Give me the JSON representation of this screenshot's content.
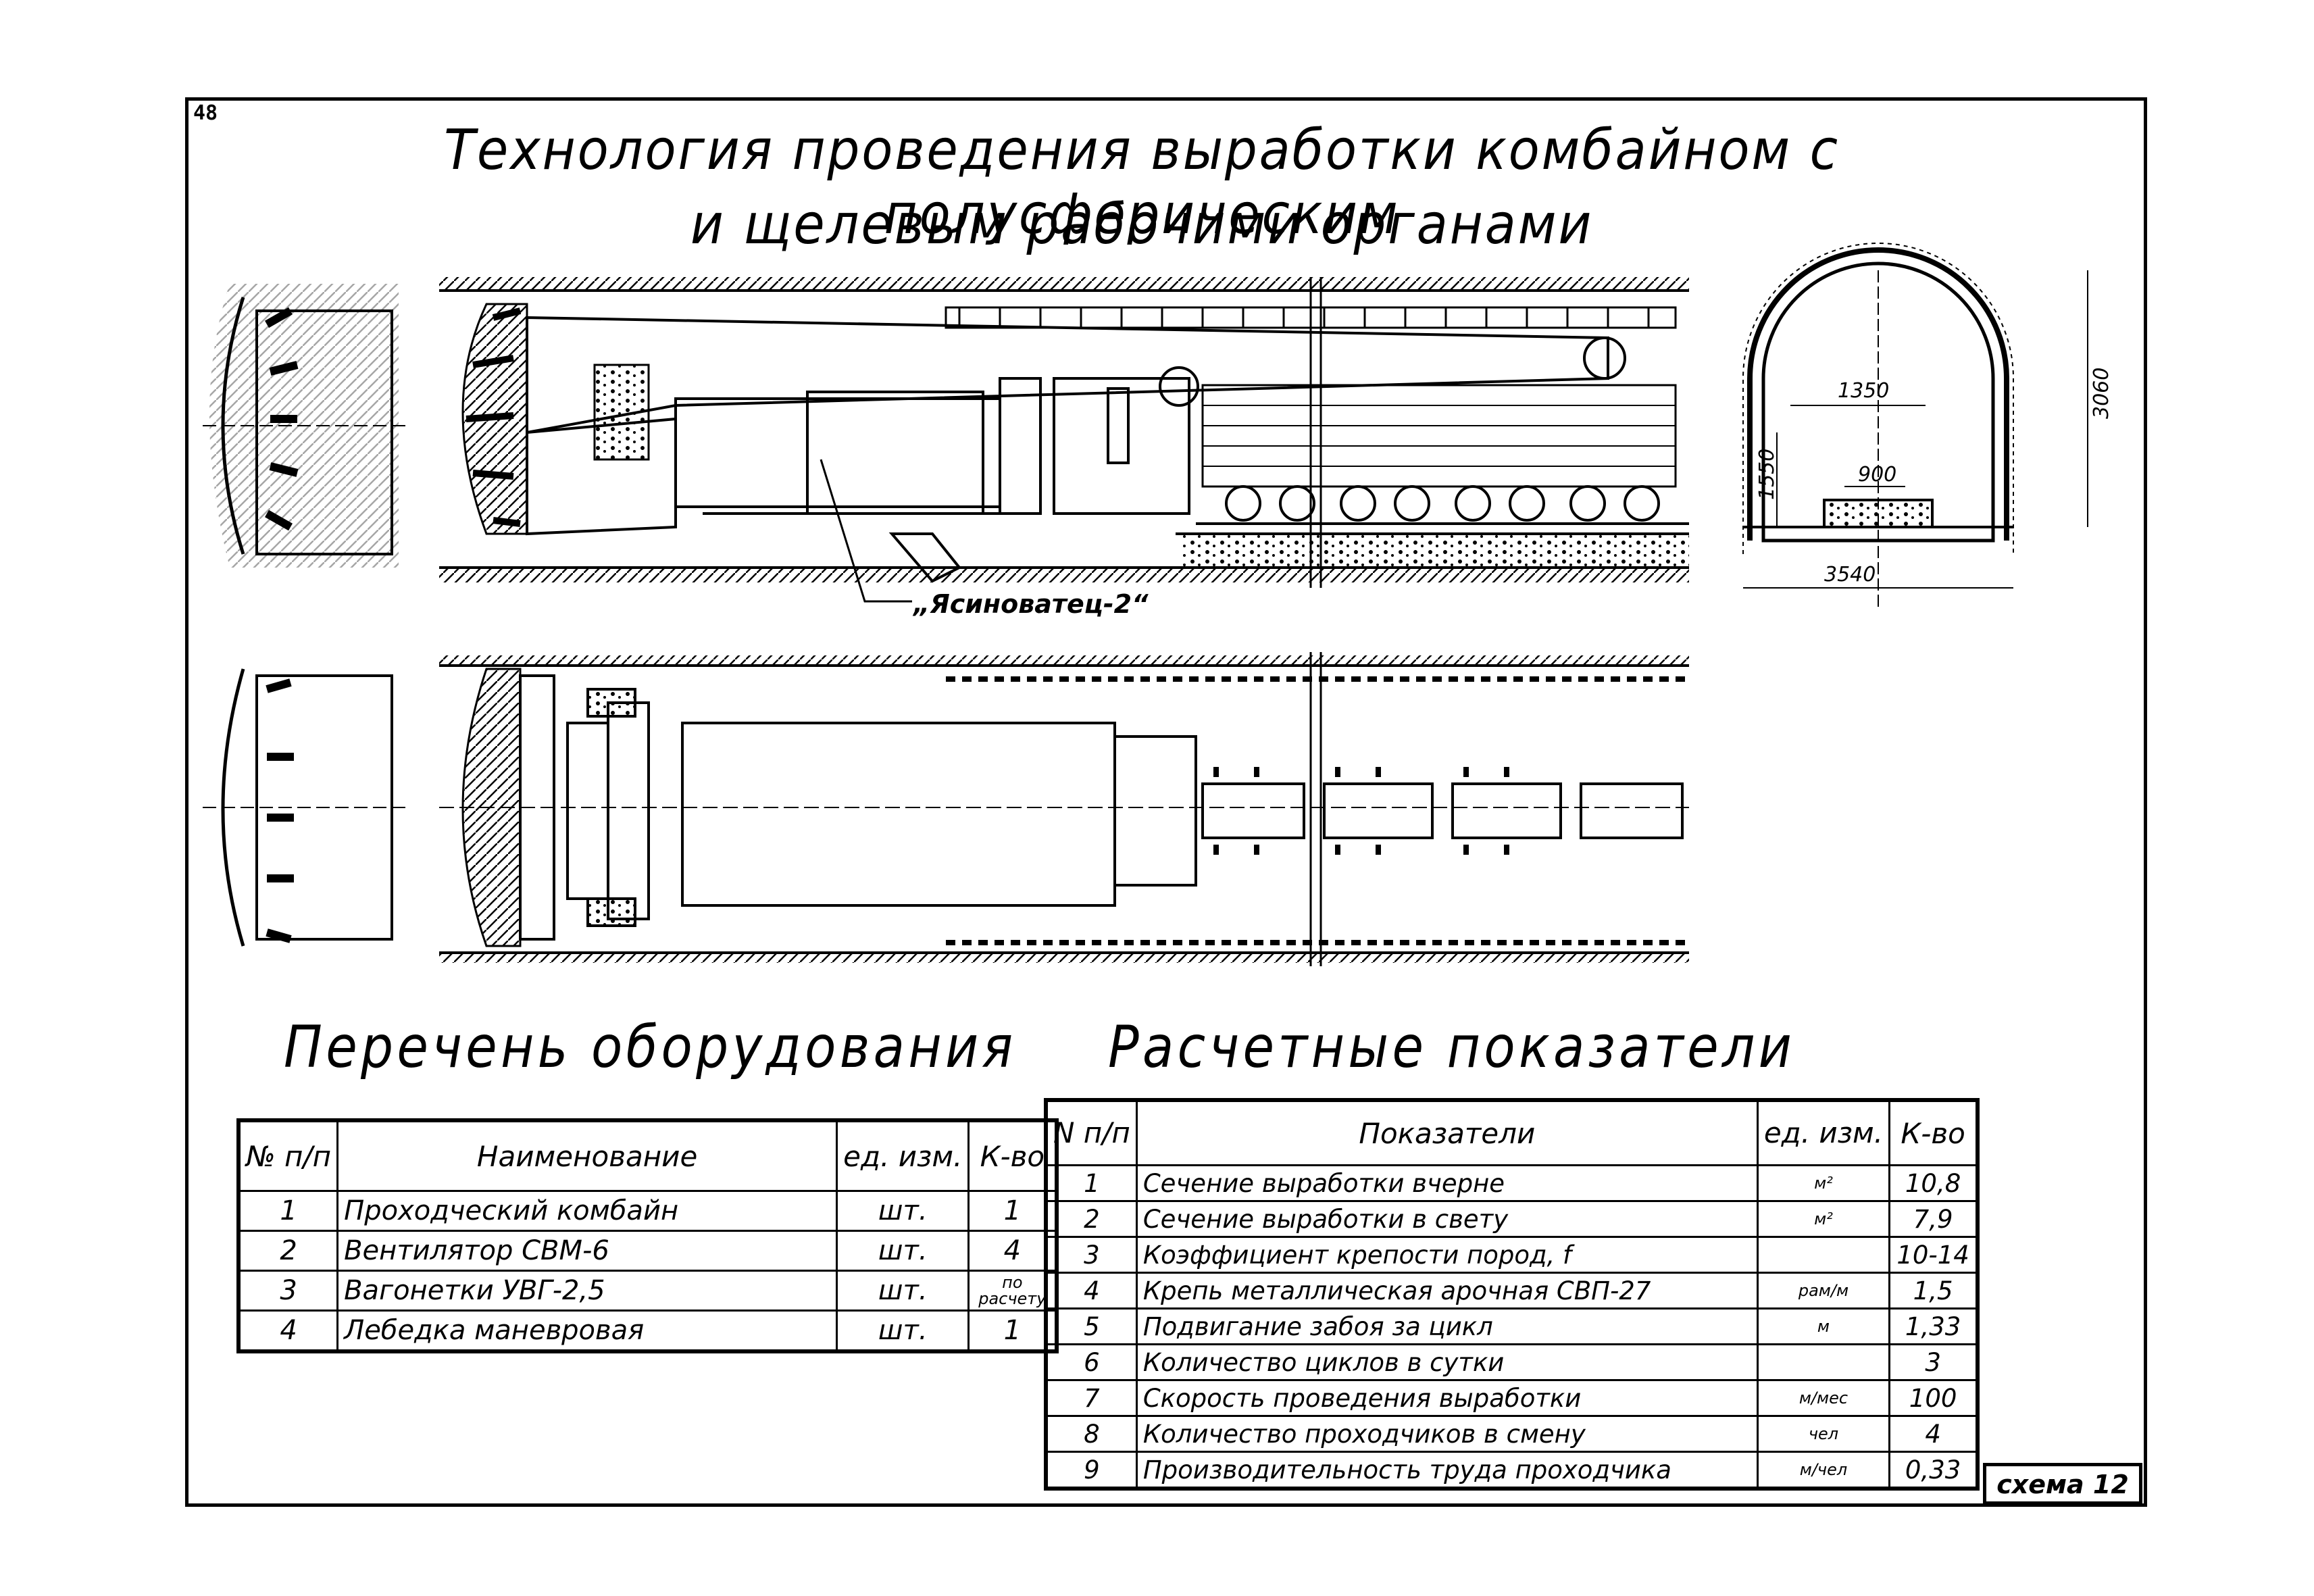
{
  "page_number": "48",
  "title_line1": "Технология проведения выработки комбайном с полусферическим",
  "title_line2": "и щелевым рабочими органами",
  "machine_label": "„Ясиноватец-2“",
  "cross_section": {
    "width_label": "3540",
    "height_label": "3060",
    "span_label": "1350",
    "track_label": "900",
    "side_label": "1550"
  },
  "equipment": {
    "title": "Перечень оборудования",
    "headers": {
      "num": "№ п/п",
      "name": "Наименование",
      "unit": "ед. изм.",
      "qty": "К-во"
    },
    "rows": [
      {
        "num": "1",
        "name": "Проходческий комбайн",
        "unit": "шт.",
        "qty": "1"
      },
      {
        "num": "2",
        "name": "Вентилятор СВМ-6",
        "unit": "шт.",
        "qty": "4"
      },
      {
        "num": "3",
        "name": "Вагонетки УВГ-2,5",
        "unit": "шт.",
        "qty": "по расчету"
      },
      {
        "num": "4",
        "name": "Лебедка маневровая",
        "unit": "шт.",
        "qty": "1"
      }
    ]
  },
  "indicators": {
    "title": "Расчетные показатели",
    "headers": {
      "num": "N п/п",
      "name": "Показатели",
      "unit": "ед. изм.",
      "qty": "К-во"
    },
    "rows": [
      {
        "num": "1",
        "name": "Сечение выработки вчерне",
        "unit": "м²",
        "qty": "10,8"
      },
      {
        "num": "2",
        "name": "Сечение выработки в свету",
        "unit": "м²",
        "qty": "7,9"
      },
      {
        "num": "3",
        "name": "Коэффициент крепости пород, f",
        "unit": "",
        "qty": "10-14"
      },
      {
        "num": "4",
        "name": "Крепь металлическая арочная СВП-27",
        "unit": "рам/м",
        "qty": "1,5"
      },
      {
        "num": "5",
        "name": "Подвигание забоя за цикл",
        "unit": "м",
        "qty": "1,33"
      },
      {
        "num": "6",
        "name": "Количество циклов в сутки",
        "unit": "",
        "qty": "3"
      },
      {
        "num": "7",
        "name": "Скорость проведения выработки",
        "unit": "м/мес",
        "qty": "100"
      },
      {
        "num": "8",
        "name": "Количество проходчиков в смену",
        "unit": "чел",
        "qty": "4"
      },
      {
        "num": "9",
        "name": "Производительность труда проходчика",
        "unit": "м/чел",
        "qty": "0,33"
      }
    ]
  },
  "scheme_label": "схема 12"
}
